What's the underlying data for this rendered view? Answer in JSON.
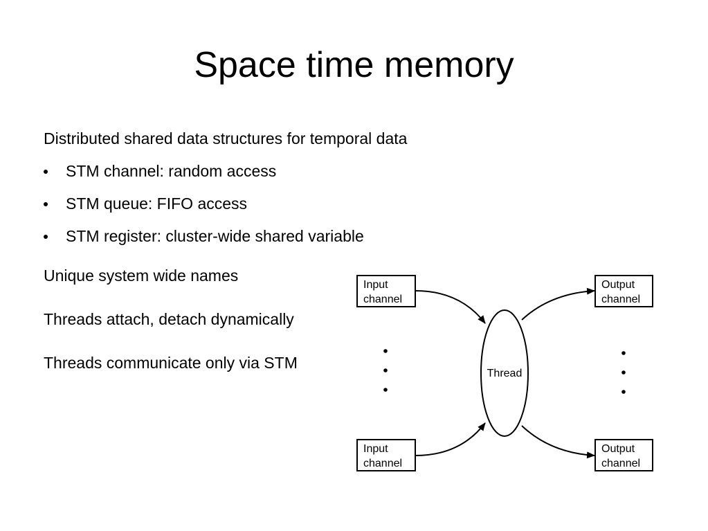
{
  "title": "Space time memory",
  "intro": "Distributed shared data structures for temporal data",
  "bullets": [
    "STM channel: random access",
    "STM queue: FIFO access",
    "STM register: cluster-wide shared variable"
  ],
  "points": [
    "Unique system wide names",
    "Threads attach, detach dynamically",
    "Threads communicate only via STM"
  ],
  "diagram": {
    "input_top": [
      "Input",
      "channel"
    ],
    "input_bottom": [
      "Input",
      "channel"
    ],
    "output_top": [
      "Output",
      "channel"
    ],
    "output_bottom": [
      "Output",
      "channel"
    ],
    "thread_label": "Thread"
  }
}
